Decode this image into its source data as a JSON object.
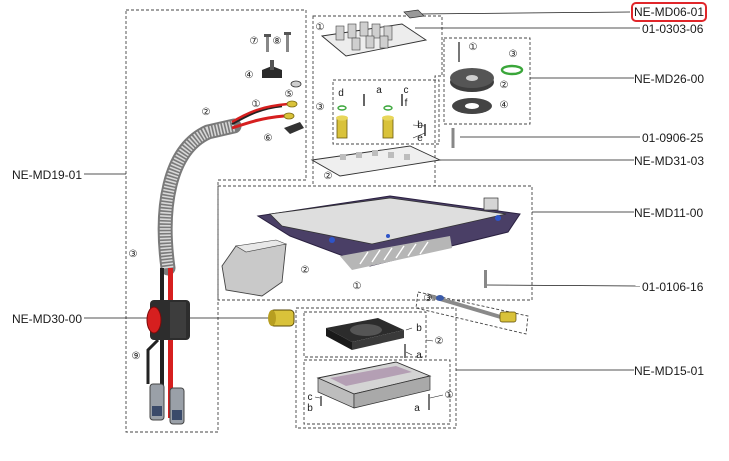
{
  "assemblies": {
    "md06": "NE-MD06-01",
    "b0303": "01-0303-06",
    "md26": "NE-MD26-00",
    "b0906": "01-0906-25",
    "md31": "NE-MD31-03",
    "md19": "NE-MD19-01",
    "md11": "NE-MD11-00",
    "b0106": "01-0106-16",
    "md30": "NE-MD30-00",
    "md15": "NE-MD15-01"
  },
  "callouts": {
    "n1": "①",
    "n2": "②",
    "n3": "③",
    "n4": "④",
    "n5": "⑤",
    "n6": "⑥",
    "n7": "⑦",
    "n8": "⑧",
    "n9": "⑨",
    "a": "a",
    "b": "b",
    "c": "c",
    "d": "d",
    "e": "e",
    "f": "f"
  },
  "colors": {
    "line": "#1a1a1a",
    "dash": "#444444",
    "highlight": "#e0262a",
    "red_wire": "#d61f1f",
    "brass": "#d9c23a",
    "green_ring": "#3aa63a",
    "blue_accent": "#2e54c8",
    "purple_frame": "#4a3f66"
  }
}
